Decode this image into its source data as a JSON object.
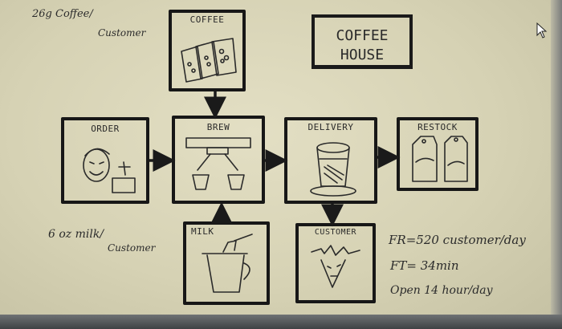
{
  "title": {
    "line1": "COFFEE",
    "line2": "HOUSE"
  },
  "boxes": {
    "coffee": "COFFEE",
    "order": "ORDER",
    "brew": "BREW",
    "delivery": "DELIVERY",
    "restock": "RESTOCK",
    "milk": "MILK",
    "customer": "CUSTOMER"
  },
  "notes": {
    "coffee_per_customer": "26g Coffee/",
    "coffee_per_customer_2": "Customer",
    "milk_per_customer": "6 oz milk/",
    "milk_per_customer_2": "Customer",
    "fr": "FR=520 customer/day",
    "ft": "FT= 34min",
    "open": "Open 14 hour/day"
  },
  "icons": {
    "coffee_bags": "coffee-bags-icon",
    "face": "face-icon",
    "brew_machine": "espresso-machine-icon",
    "delivery_cup": "coffee-cup-icon",
    "restock_cartons": "milk-carton-icon",
    "milk_pitcher": "milk-pitcher-icon",
    "customer_face": "customer-face-icon",
    "cursor": "mouse-cursor-icon"
  }
}
